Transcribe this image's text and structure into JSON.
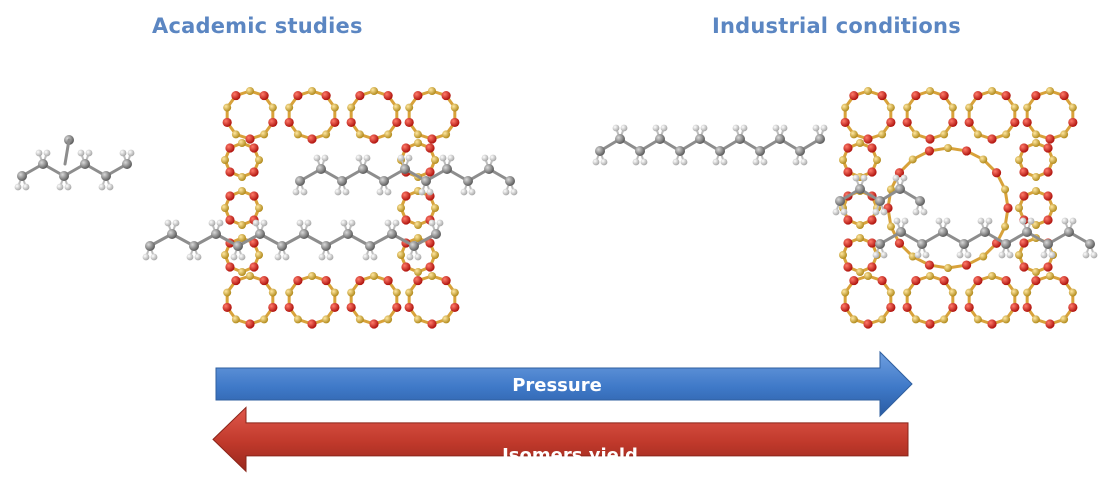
{
  "titles": {
    "left": "Academic studies",
    "right": "Industrial conditions"
  },
  "arrows": {
    "pressure": {
      "label": "Pressure",
      "color": "#3f79c8"
    },
    "isomers": {
      "label": "Isomers yield",
      "color": "#c0392b"
    }
  },
  "colors": {
    "oxygen": "#d4201a",
    "silicon": "#d8b33a",
    "carbon": "#8a8a8a",
    "hydrogen": "#f2f2f2"
  }
}
